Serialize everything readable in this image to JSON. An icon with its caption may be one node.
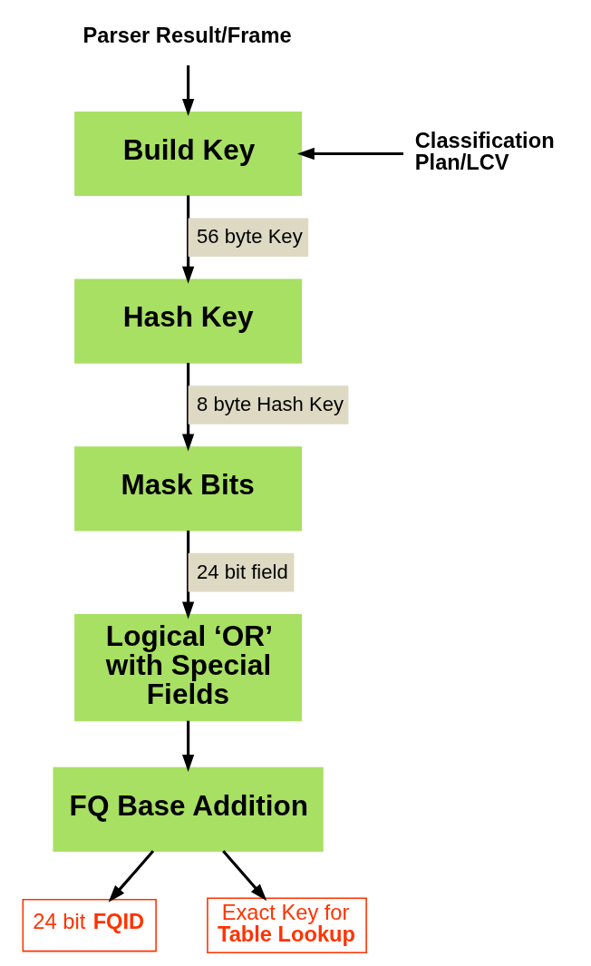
{
  "diagram": {
    "nodes": [
      {
        "text": [
          "Parser Result/Frame"
        ]
      },
      {
        "text": [
          "Build Key"
        ]
      },
      {
        "text": [
          "Classification Plan/LCV"
        ]
      },
      {
        "text": [
          "Hash Key"
        ]
      },
      {
        "text": [
          "Mask Bits"
        ]
      },
      {
        "text": [
          "Logical ‘OR’ with Special Fields"
        ]
      },
      {
        "text": [
          "FQ Base Addition"
        ]
      },
      {
        "text": [
          "24 bit **FQID**"
        ]
      },
      {
        "text": [
          "Exact Key for **Table Lookup**"
        ]
      }
    ],
    "edges": [
      {
        "from": 0,
        "to": 1,
        "arrow": "to"
      },
      {
        "from": 2,
        "to": 1,
        "arrow": "to"
      },
      {
        "from": 1,
        "to": 3,
        "arrow": "to",
        "label": "56 byte Key"
      },
      {
        "from": 3,
        "to": 4,
        "arrow": "to",
        "label": "8 byte Hash Key"
      },
      {
        "from": 4,
        "to": 5,
        "arrow": "to",
        "label": "24 bit field"
      },
      {
        "from": 5,
        "to": 6,
        "arrow": "to"
      },
      {
        "from": 6,
        "to": 7,
        "arrow": "to"
      },
      {
        "from": 6,
        "to": 8,
        "arrow": "to"
      }
    ]
  }
}
